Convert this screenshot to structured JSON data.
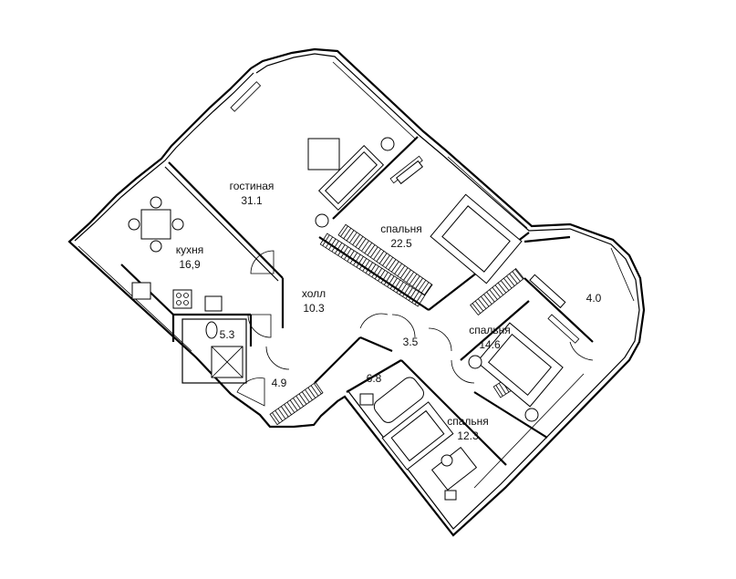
{
  "rooms": [
    {
      "id": "living",
      "name": "гостиная",
      "area": "31.1"
    },
    {
      "id": "kitchen",
      "name": "кухня",
      "area": "16,9"
    },
    {
      "id": "hall",
      "name": "холл",
      "area": "10.3"
    },
    {
      "id": "bedroom1",
      "name": "спальня",
      "area": "22.5"
    },
    {
      "id": "bedroom2",
      "name": "спальня",
      "area": "14.6"
    },
    {
      "id": "bedroom3",
      "name": "спальня",
      "area": "12.3"
    },
    {
      "id": "balcony",
      "name": "",
      "area": "4.0"
    },
    {
      "id": "corridor",
      "name": "",
      "area": "3.5"
    },
    {
      "id": "wc",
      "name": "",
      "area": "5.3"
    },
    {
      "id": "entry",
      "name": "",
      "area": "4.9"
    },
    {
      "id": "bath",
      "name": "",
      "area": "6.8"
    }
  ]
}
